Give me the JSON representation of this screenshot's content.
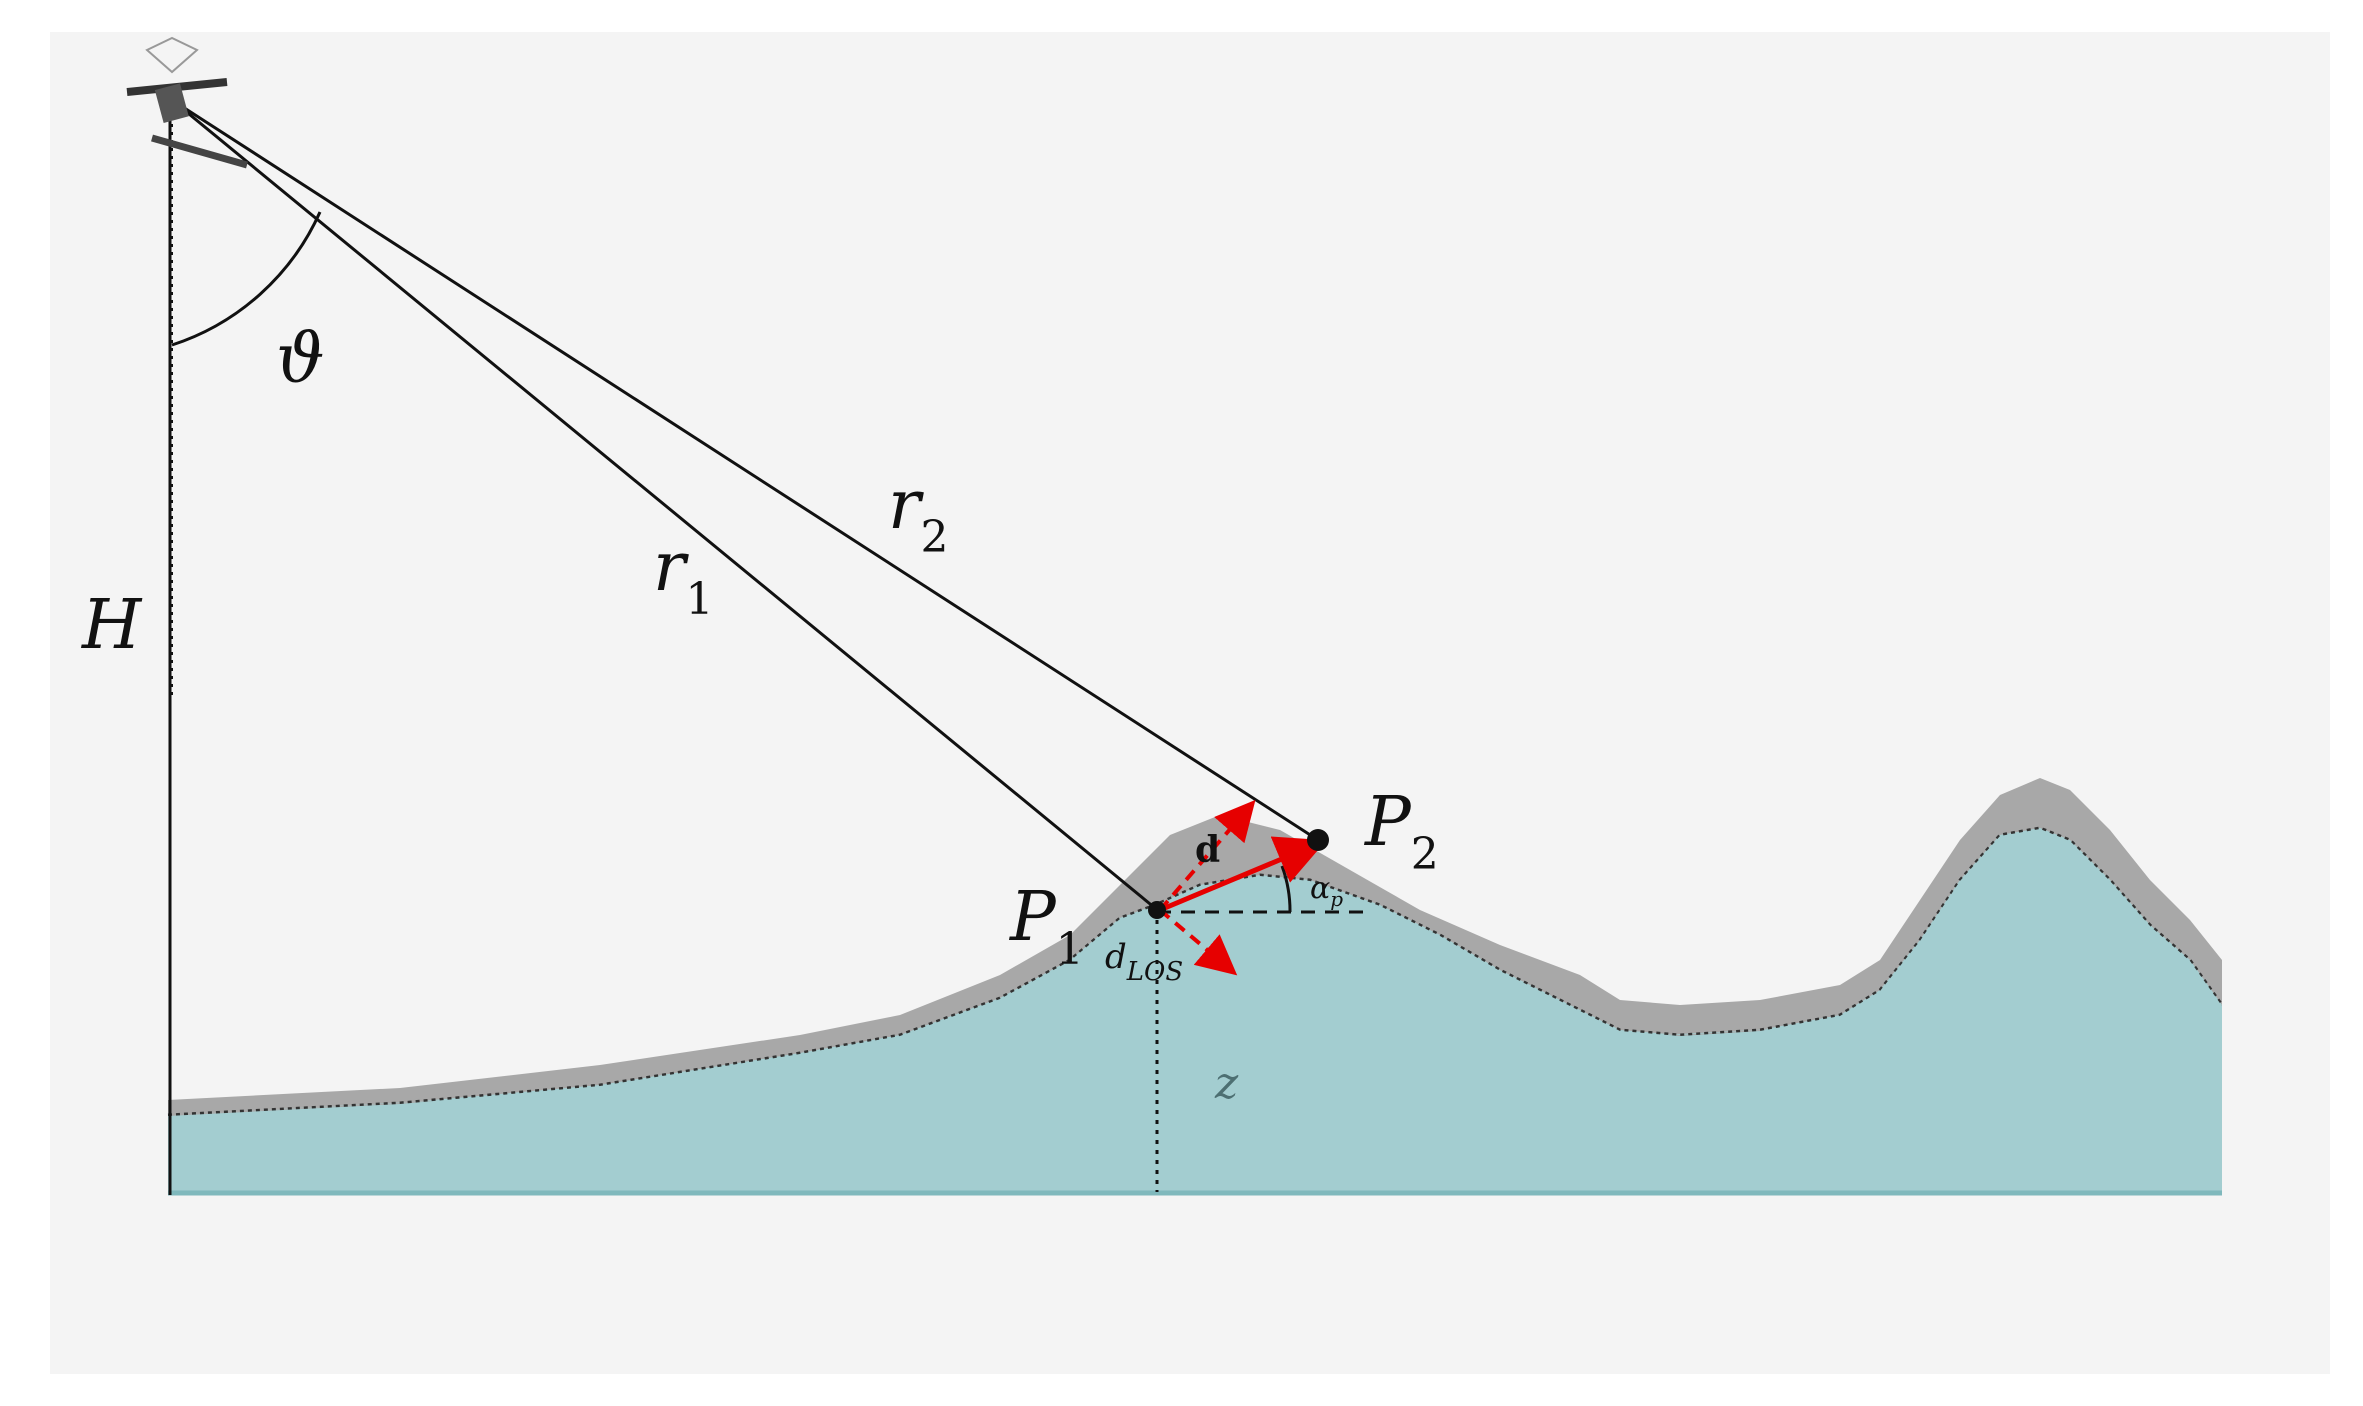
{
  "labels": {
    "H": "H",
    "theta": "ϑ",
    "r1": "r",
    "r1_sub": "1",
    "r2": "r",
    "r2_sub": "2",
    "P1": "P",
    "P1_sub": "1",
    "P2": "P",
    "P2_sub": "2",
    "d": "d",
    "d_los": "d",
    "d_los_sub": "LOS",
    "alpha": "α",
    "alpha_sub": "p",
    "z": "z"
  },
  "colors": {
    "panel": "#f4f4f4",
    "terrain": "#a3cdd0",
    "displaced_surface": "#a8a8a8",
    "lines": "#111111",
    "displacement_vector": "#e60000"
  },
  "icons": {
    "sensor": "satellite-icon"
  }
}
